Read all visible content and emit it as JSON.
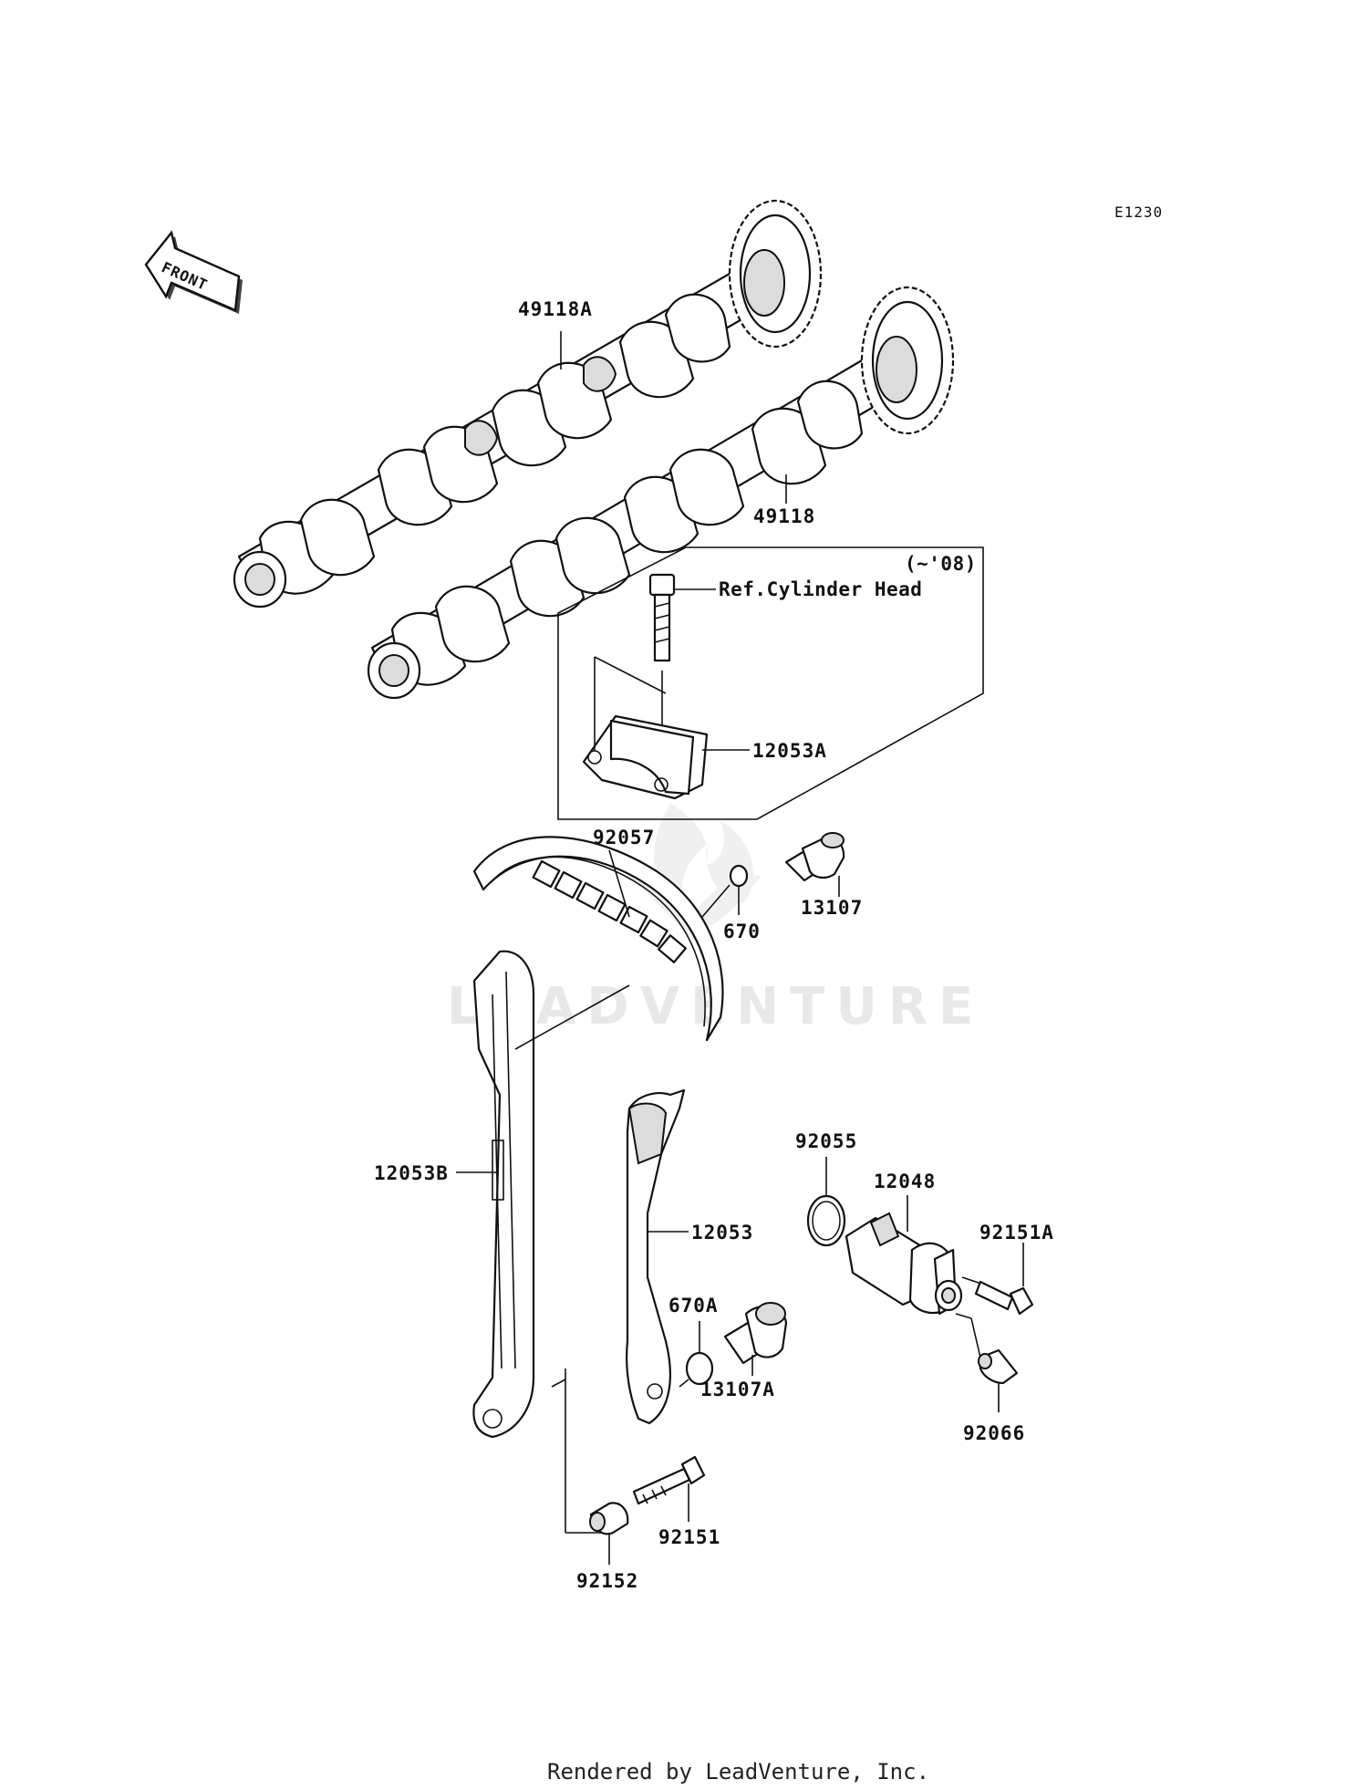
{
  "diagram": {
    "code": "E1230",
    "front_label": "FRONT",
    "watermark": "LEADVENTURE",
    "footer": "Rendered by LeadVenture, Inc.",
    "inset": {
      "range": "(~'08)",
      "ref_text": "Ref.Cylinder Head"
    },
    "parts": {
      "p49118A": "49118A",
      "p49118": "49118",
      "p12053A": "12053A",
      "p92057": "92057",
      "p670": "670",
      "p13107": "13107",
      "p12053B": "12053B",
      "p12053": "12053",
      "p92055": "92055",
      "p12048": "12048",
      "p92151A": "92151A",
      "p670A": "670A",
      "p13107A": "13107A",
      "p92066": "92066",
      "p92151": "92151",
      "p92152": "92152"
    }
  }
}
